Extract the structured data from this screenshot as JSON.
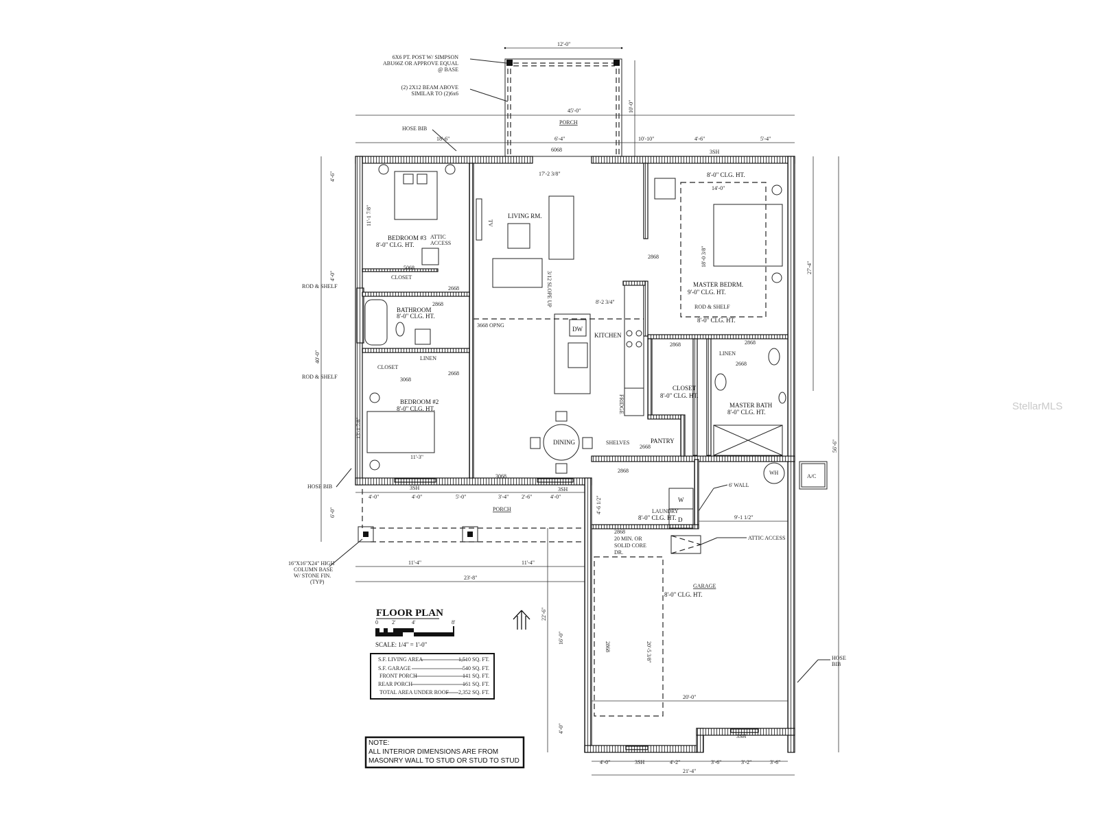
{
  "title": "FLOOR PLAN",
  "scale": {
    "label": "SCALE: 1/4\" = 1'-0\"",
    "ticks": [
      "0",
      "2'",
      "4'",
      "8'"
    ]
  },
  "area_table": [
    {
      "label": "S.F. LIVING AREA",
      "value": "1,510 SQ. FT."
    },
    {
      "label": "S.F. GARAGE",
      "value": "540 SQ. FT."
    },
    {
      "label": "FRONT PORCH",
      "value": "141 SQ. FT."
    },
    {
      "label": "REAR PORCH",
      "value": "161 SQ. FT."
    },
    {
      "label": "TOTAL AREA UNDER ROOF",
      "value": "2,352 SQ. FT."
    }
  ],
  "note": {
    "heading": "NOTE:",
    "lines": [
      "ALL INTERIOR DIMENSIONS ARE FROM",
      "MASONRY WALL TO STUD OR STUD TO STUD"
    ]
  },
  "rooms": {
    "bedroom3": {
      "name": "BEDROOM #3",
      "ceiling": "8'-0\" CLG. HT."
    },
    "bathroom": {
      "name": "BATHROOM",
      "ceiling": "8'-0\" CLG. HT."
    },
    "bedroom2": {
      "name": "BEDROOM #2",
      "ceiling": "8'-0\" CLG. HT."
    },
    "living": {
      "name": "LIVING RM."
    },
    "kitchen": {
      "name": "KITCHEN"
    },
    "dining": {
      "name": "DINING"
    },
    "master_bedroom": {
      "name": "MASTER BEDRM.",
      "ceiling": "9'-0\" CLG. HT.",
      "ceiling_top": "8'-0\" CLG. HT.",
      "ceiling_lower": "8'-0\" CLG. HT."
    },
    "closet_master": {
      "name": "CLOSET",
      "ceiling": "8'-0\" CLG. HT."
    },
    "master_bath": {
      "name": "MASTER BATH",
      "ceiling": "8'-0\" CLG. HT."
    },
    "pantry": {
      "name": "PANTRY"
    },
    "laundry": {
      "name": "LAUNDRY",
      "ceiling": "8'-0\" CLG. HT."
    },
    "garage": {
      "name": "GARAGE",
      "ceiling": "8'-0\" CLG. HT."
    },
    "rear_porch": {
      "name": "PORCH"
    },
    "front_porch": {
      "name": "PORCH"
    },
    "closet_b3": {
      "name": "CLOSET"
    },
    "closet_b2": {
      "name": "CLOSET"
    },
    "linen": {
      "name": "LINEN"
    },
    "linen_master": {
      "name": "LINEN"
    }
  },
  "fixtures": {
    "tv": "TV",
    "dw": "DW",
    "fridge": "FRIDGE",
    "shelves": "SHELVES",
    "washer": "W",
    "dryer": "D",
    "water_heater": "WH",
    "ac": "A/C",
    "slope": "3/12 SLOPE UP",
    "opening": "3668 OPNG"
  },
  "annotations": {
    "post": [
      "6X6 PT. POST W/ SIMPSON",
      "ABU66Z OR APPROVE EQUAL",
      "@ BASE"
    ],
    "beam": [
      "(2) 2X12 BEAM ABOVE",
      "SIMILAR TO (2)6x6"
    ],
    "hose_bib": "HOSE BIB",
    "rod_shelf": "ROD & SHELF",
    "attic_access": "ATTIC ACCESS",
    "attic_access_b3": [
      "ATTIC",
      "ACCESS"
    ],
    "wall_6": "6' WALL",
    "door_20min": [
      "2868",
      "20 MIN. OR",
      "SOLID CORE",
      "DR."
    ],
    "column": [
      "16\"X16\"X24\" HIGH",
      "COLUMN BASE",
      "W/ STONE FIN.",
      "(TYP)"
    ],
    "hose_bib_right": [
      "HOSE",
      "BIB"
    ]
  },
  "dimensions": {
    "porch_width": "12'-0\"",
    "porch_depth": "10'-0\"",
    "overall": "45'-0\"",
    "rear_left": "18'-6\"",
    "rear_door": "6'-4\"",
    "rear_right": "10'-10\"",
    "r1": "4'-6\"",
    "r2": "5'-4\"",
    "slider": "6068",
    "window": "3SH",
    "living_w": "17'-2 3/8\"",
    "b3_depth": "11'-1 7/8\"",
    "mb_depth": "18'-0 3/8\"",
    "mb_w": "14'-0\"",
    "kit_w": "8'-2 3/4\"",
    "b2_depth": "13'-1 7/8\"",
    "b2_w": "11'-3\"",
    "door_2868": "2868",
    "door_3068": "3068",
    "door_2668": "2668",
    "door_5068": "5068",
    "left_total": "40'-0\"",
    "right_total": "56'-6\"",
    "right_upper": "27'-4\"",
    "front_total": "23'-8\"",
    "front_a": "11'-4\"",
    "front_b": "11'-4\"",
    "garage_w": "20'-0\"",
    "garage_total": "21'-4\"",
    "garage_depth": "22'-6\"",
    "garage_inner": "20'-5 3/8\"",
    "laundry_w": "9'-1 1/2\"",
    "laundry_d": "4'-6 1/2\"",
    "porch_depth_front": "6'-0\"",
    "g16": "16'-0\"",
    "g4": "4'-0\"",
    "b_4_0": "4'-0\"",
    "b_5_0": "5'-0\"",
    "b_3_4": "3'-4\"",
    "b_2_6": "2'-6\"",
    "g_3_6": "3'-6\"",
    "g_3_2": "3'-2\"",
    "g_4_2": "4'-2\"",
    "g16b": "16'-0\""
  },
  "watermark": "StellarMLS"
}
